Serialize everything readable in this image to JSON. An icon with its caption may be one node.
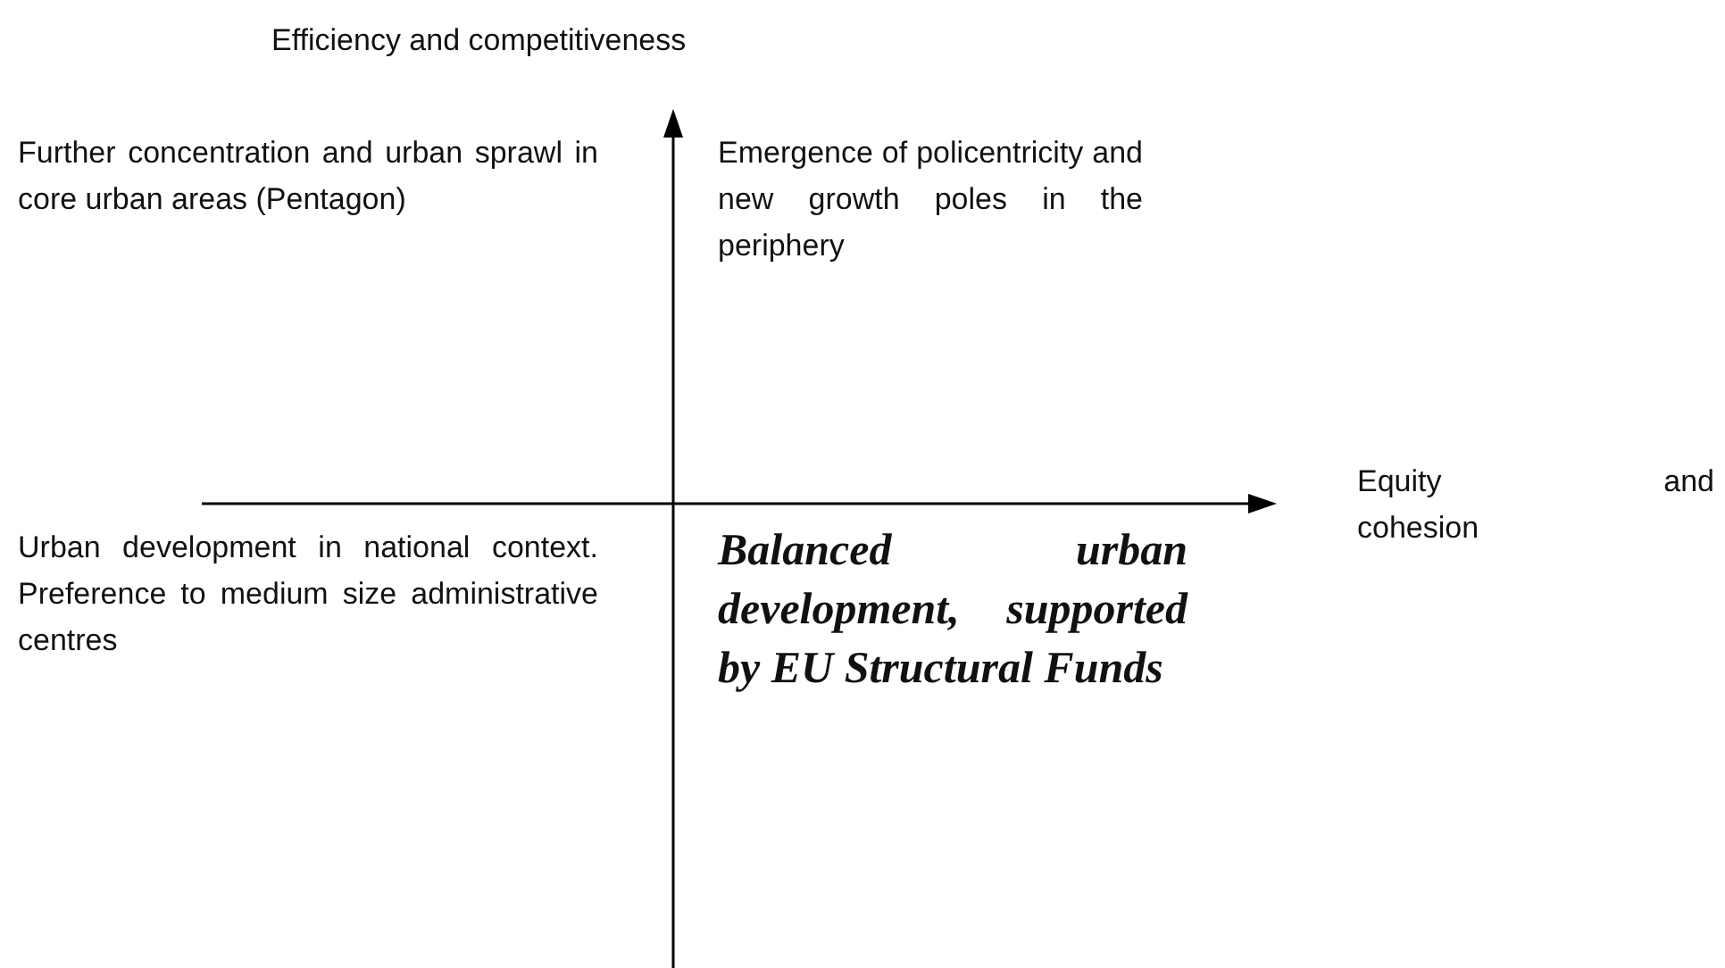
{
  "diagram": {
    "labels": [
      "Efficiency and competitiveness",
      "Further concentration and urban sprawl in core urban areas (Pentagon)",
      "Emergence of policentricity and new growth poles in the periphery",
      "Equity and cohesion",
      "Urban development in national context. Preference to medium size administrative centres",
      "Balanced urban development, supported by EU Structural Funds"
    ]
  }
}
